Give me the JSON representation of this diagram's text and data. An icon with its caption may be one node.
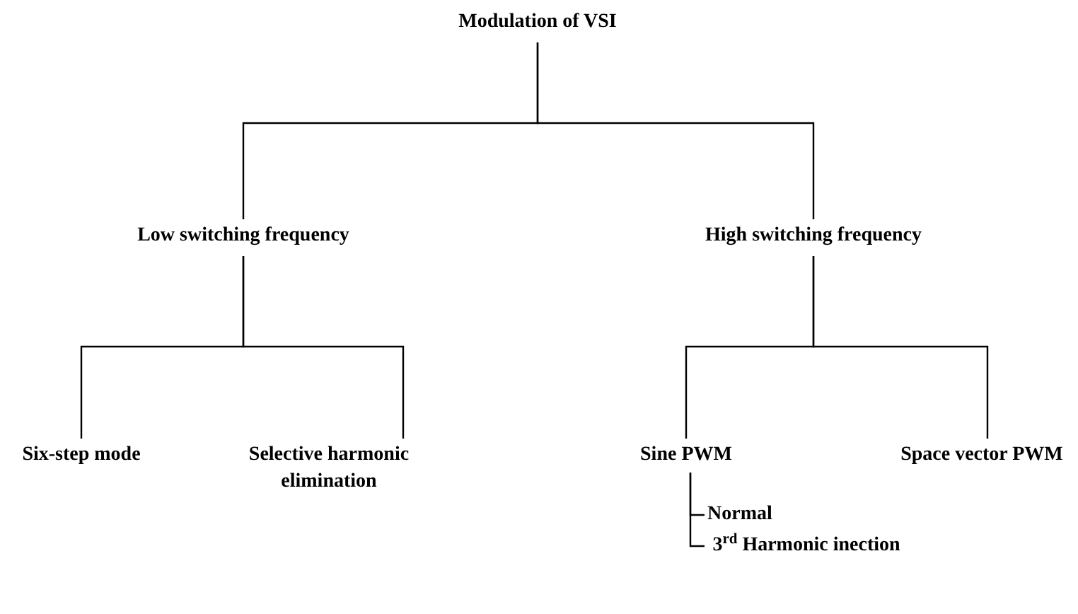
{
  "diagram": {
    "nodes": [
      {
        "text": [
          "Modulation of VSI"
        ]
      },
      {
        "text": [
          "Low switching frequency"
        ]
      },
      {
        "text": [
          "High switching frequency"
        ]
      },
      {
        "text": [
          "Six-step mode"
        ]
      },
      {
        "text": [
          "Selective harmonic elimination"
        ]
      },
      {
        "text": [
          "Sine PWM"
        ]
      },
      {
        "text": [
          "Space vector PWM"
        ]
      },
      {
        "text": [
          "Normal"
        ]
      },
      {
        "text": [
          "3$^{rd}$ Harmonic inection"
        ]
      }
    ],
    "edges": [
      {
        "from": 0,
        "to": 1,
        "arrow": "none"
      },
      {
        "from": 0,
        "to": 2,
        "arrow": "none"
      },
      {
        "from": 1,
        "to": 3,
        "arrow": "none"
      },
      {
        "from": 1,
        "to": 4,
        "arrow": "none"
      },
      {
        "from": 2,
        "to": 5,
        "arrow": "none"
      },
      {
        "from": 2,
        "to": 6,
        "arrow": "none"
      },
      {
        "from": 5,
        "to": 7,
        "arrow": "none"
      },
      {
        "from": 5,
        "to": 8,
        "arrow": "none"
      }
    ]
  }
}
